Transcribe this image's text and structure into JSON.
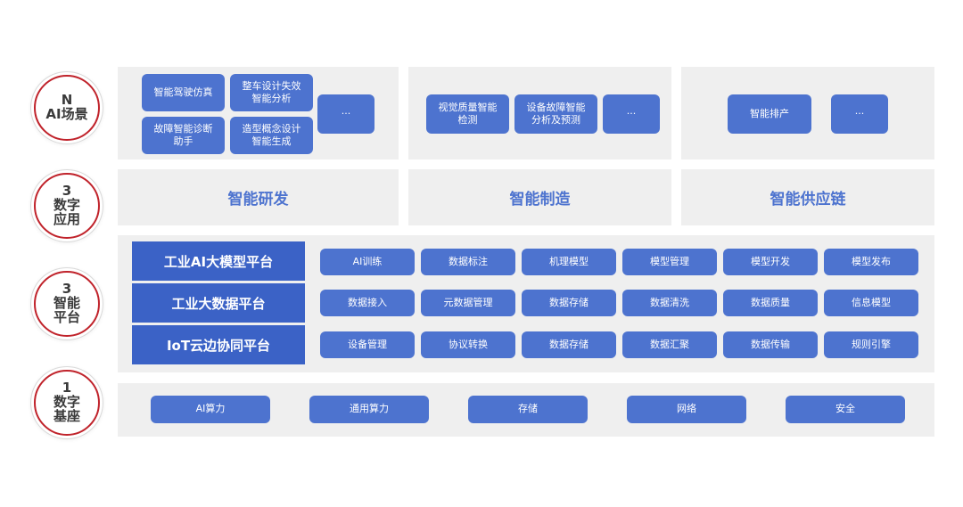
{
  "levels": [
    {
      "num": "N",
      "label": [
        "AI场景"
      ]
    },
    {
      "num": "3",
      "label": [
        "数字",
        "应用"
      ]
    },
    {
      "num": "3",
      "label": [
        "智能",
        "平台"
      ]
    },
    {
      "num": "1",
      "label": [
        "数字",
        "基座"
      ]
    }
  ],
  "scenarios": {
    "rd": {
      "driving": "智能驾驶仿真",
      "failure": [
        "整车设计失效",
        "智能分析"
      ],
      "diagnosis": [
        "故障智能诊断",
        "助手"
      ],
      "concept": [
        "造型概念设计",
        "智能生成"
      ],
      "more": "···"
    },
    "manufacturing": {
      "vision": [
        "视觉质量智能",
        "检测"
      ],
      "equipment": [
        "设备故障智能",
        "分析及预测"
      ],
      "more": "···"
    },
    "supply": {
      "scheduling": "智能排产",
      "more": "···"
    }
  },
  "applications": [
    "智能研发",
    "智能制造",
    "智能供应链"
  ],
  "platforms": [
    {
      "name": "工业AI大模型平台",
      "items": [
        "AI训练",
        "数据标注",
        "机理模型",
        "模型管理",
        "模型开发",
        "模型发布"
      ]
    },
    {
      "name": "工业大数据平台",
      "items": [
        "数据接入",
        "元数据管理",
        "数据存储",
        "数据清洗",
        "数据质量",
        "信息模型"
      ]
    },
    {
      "name": "IoT云边协同平台",
      "items": [
        "设备管理",
        "协议转换",
        "数据存储",
        "数据汇聚",
        "数据传输",
        "规则引擎"
      ]
    }
  ],
  "foundation": [
    "AI算力",
    "通用算力",
    "存储",
    "网络",
    "安全"
  ],
  "colors": {
    "accent": "#4d73cf",
    "platform": "#3b62c6",
    "panel": "#efefef",
    "ring": "#c0232b"
  }
}
